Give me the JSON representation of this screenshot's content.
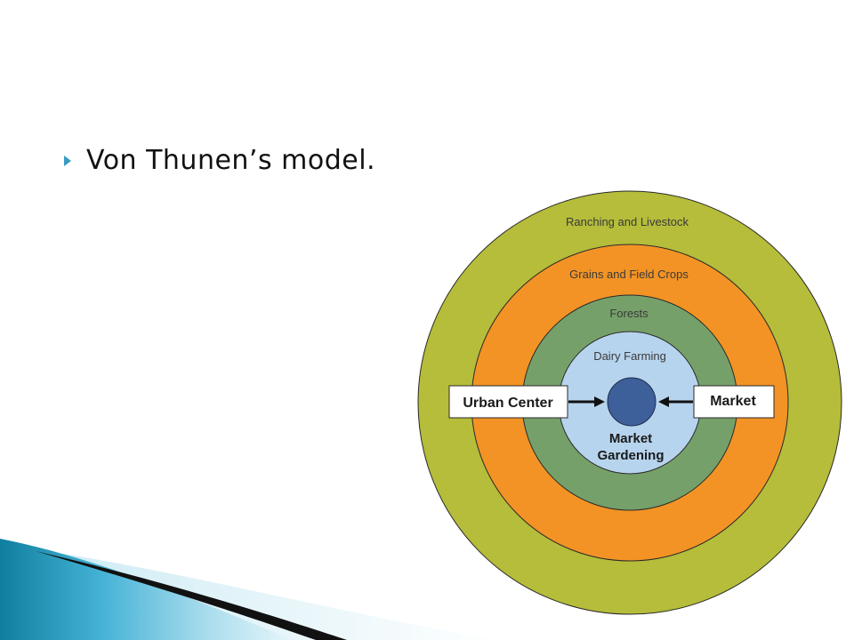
{
  "slide": {
    "bullet_text": "Von Thunen’s model."
  },
  "diagram": {
    "rings": [
      {
        "label": "Ranching and Livestock",
        "color": "#b5bd3a"
      },
      {
        "label": "Grains and Field Crops",
        "color": "#f39325"
      },
      {
        "label": "Forests",
        "color": "#76a06a"
      },
      {
        "label": "Dairy Farming",
        "color": "#b7d4ee"
      }
    ],
    "center": {
      "label_line1": "Market",
      "label_line2": "Gardening",
      "color": "#3d5f9a"
    },
    "left_box": "Urban Center",
    "right_box": "Market"
  },
  "colors": {
    "bullet_accent": "#3a9bc2",
    "ring_outline": "#2a2a2a"
  }
}
